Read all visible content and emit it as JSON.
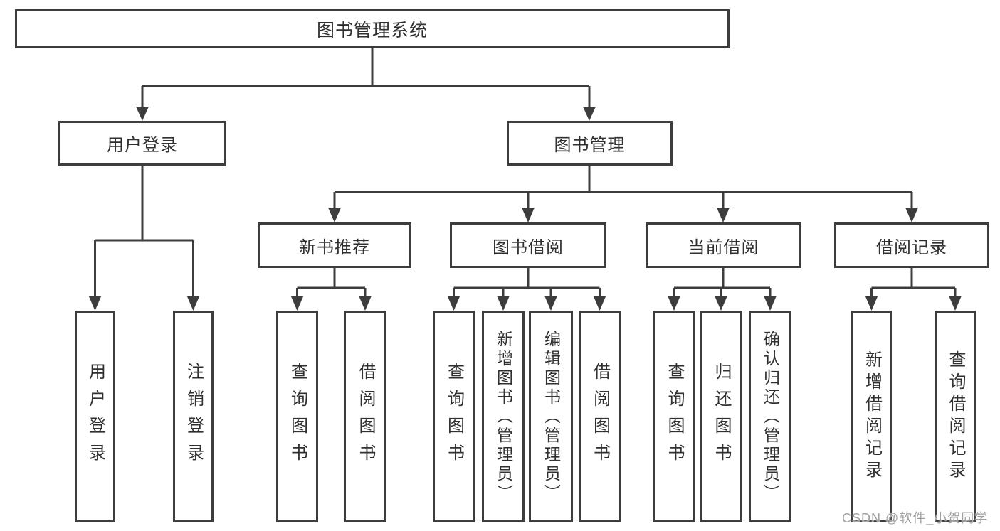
{
  "tree": {
    "root": {
      "label": "图书管理系统"
    },
    "branches": [
      {
        "label": "用户登录",
        "children": [
          "用户登录",
          "注销登录"
        ]
      },
      {
        "label": "图书管理",
        "children": [
          {
            "label": "新书推荐",
            "children": [
              "查询图书",
              "借阅图书"
            ]
          },
          {
            "label": "图书借阅",
            "children": [
              "查询图书",
              "新增图书（管理员）",
              "编辑图书（管理员）",
              "借阅图书"
            ]
          },
          {
            "label": "当前借阅",
            "children": [
              "查询图书",
              "归还图书",
              "确认归还（管理员）"
            ]
          },
          {
            "label": "借阅记录",
            "children": [
              "新增借阅记录",
              "查询借阅记录"
            ]
          }
        ]
      }
    ]
  },
  "watermark": {
    "text": "CSDN @软件_小贺同学"
  },
  "colors": {
    "line": "#3d3d3d",
    "text": "#303030",
    "watermark": "#a0a0a0",
    "background": "#ffffff"
  }
}
